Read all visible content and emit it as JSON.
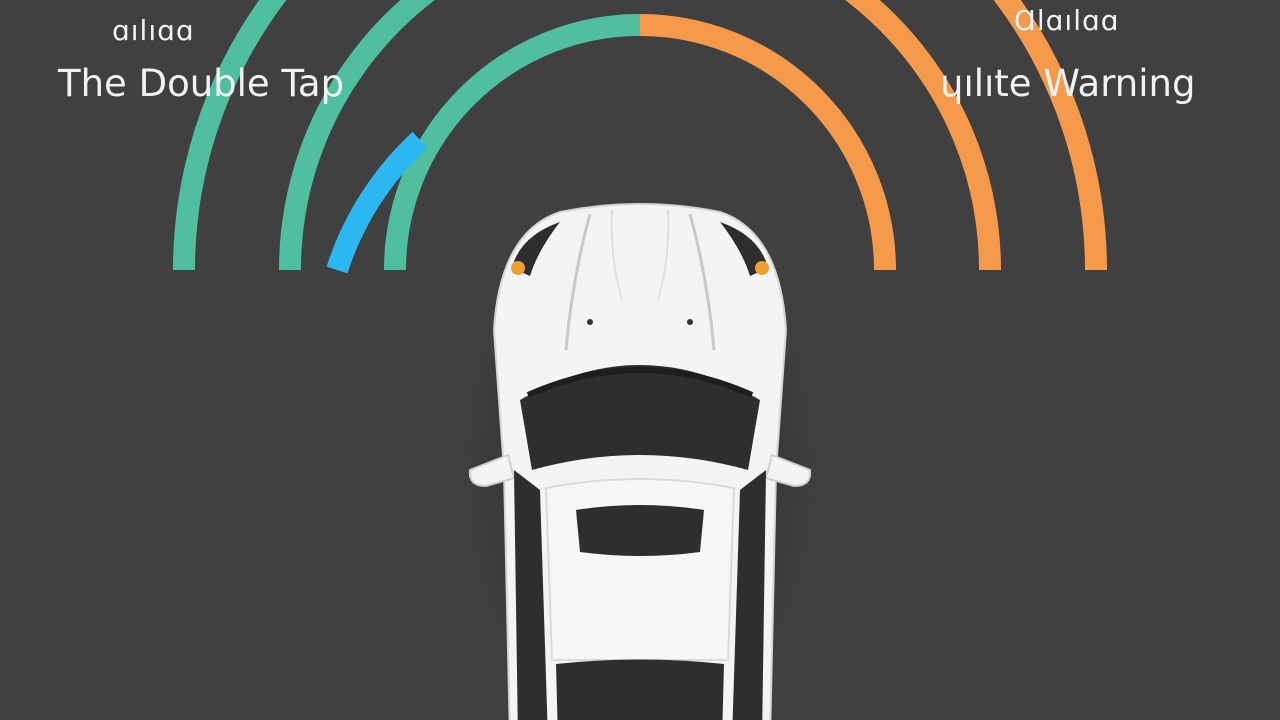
{
  "left_panel": {
    "subtitle": "ɑılıɑɑ",
    "title": "The Double Tap"
  },
  "right_panel": {
    "subtitle": "Ɑlɑılɑɑ",
    "title": "ɥılıte Warning"
  },
  "colors": {
    "background": "#3b3b3b",
    "teal": "#4fbfa0",
    "orange": "#f59a4a",
    "blue": "#2cb7f0",
    "car_body": "#f4f4f4",
    "car_glass": "#2e2e2e"
  },
  "icons": [
    "double-tap-arc-icon",
    "warning-arc-icon",
    "car-top-view-icon"
  ]
}
